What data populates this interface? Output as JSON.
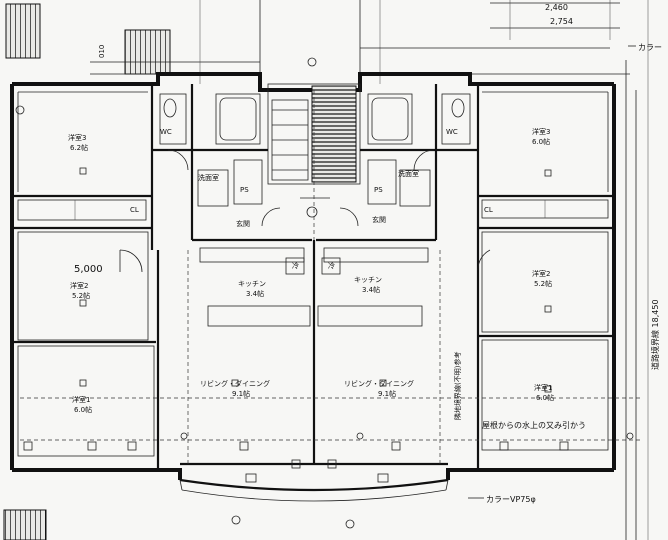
{
  "top_dimensions": {
    "d1": "2,460",
    "d2": "2,754",
    "left_dim": "010"
  },
  "callouts": {
    "collar_top": "カラー",
    "collar_bottom": "カラーVP75φ",
    "right_note": "道路境界線 18,450",
    "rain_note": "隣地境界線(不明)参考",
    "drain_note": "屋根からの水上の又み引かう"
  },
  "dimension_5000": "5,000",
  "rooms": {
    "left_western3": {
      "name": "洋室3",
      "size": "6.2帖"
    },
    "left_western2": {
      "name": "洋室2",
      "size": "5.2帖"
    },
    "left_western1": {
      "name": "洋室1",
      "size": "6.0帖"
    },
    "right_western3": {
      "name": "洋室3",
      "size": "6.0帖"
    },
    "right_western2": {
      "name": "洋室2",
      "size": "5.2帖"
    },
    "right_western1": {
      "name": "洋室1",
      "size": "6.0帖"
    },
    "left_kitchen": {
      "name": "キッチン",
      "size": "3.4帖"
    },
    "right_kitchen": {
      "name": "キッチン",
      "size": "3.4帖"
    },
    "left_living": {
      "name": "リビング・ダイニング",
      "size": "9.1帖"
    },
    "right_living": {
      "name": "リビング・ダイニング",
      "size": "9.1帖"
    },
    "left_entrance": "玄関",
    "right_entrance": "玄関",
    "left_washroom": "洗面室",
    "right_washroom": "洗面室",
    "left_ps": "PS",
    "right_ps": "PS",
    "left_wc": "WC",
    "right_wc": "WC",
    "left_cl": "CL",
    "right_cl": "CL",
    "fridge": "冷"
  }
}
